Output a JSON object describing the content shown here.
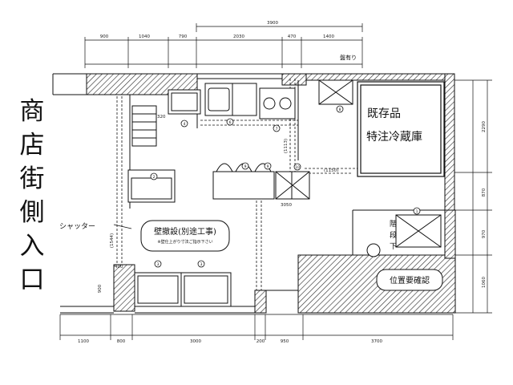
{
  "side_label": [
    "商",
    "店",
    "街",
    "側",
    "入",
    "口"
  ],
  "top_dims": {
    "overall": "3900",
    "segments": [
      "900",
      "1040",
      "790",
      "2030",
      "470",
      "1400"
    ]
  },
  "bottom_dims": {
    "segments": [
      "1100",
      "800",
      "3000",
      "200",
      "950",
      "3700"
    ]
  },
  "right_dims": [
    "2290",
    "870",
    "970",
    "1060"
  ],
  "labels": {
    "existing_fridge": [
      "既存品",
      "特注冷蔵庫"
    ],
    "stairs": [
      "階",
      "段",
      "下"
    ],
    "position_confirm": "位置要確認",
    "shutter": "シャッター",
    "wall_note_title": "壁撤設(別途工事)",
    "wall_note_sub": "※壁仕上がり寸法ご指示下さい",
    "panel_note": "盤有り"
  },
  "dim_notes": {
    "d1150": "(1150)",
    "d3050": "3050",
    "d1113": "(1113)",
    "d1544": "(1544)",
    "d900": "900",
    "d400": "400",
    "d320": "320"
  },
  "equipment_numbers": [
    "1",
    "2",
    "3",
    "4",
    "5",
    "6",
    "7",
    "8",
    "9",
    "10",
    "11"
  ],
  "colors": {
    "line": "#111111",
    "hatch": "#333333",
    "paper": "#ffffff"
  }
}
